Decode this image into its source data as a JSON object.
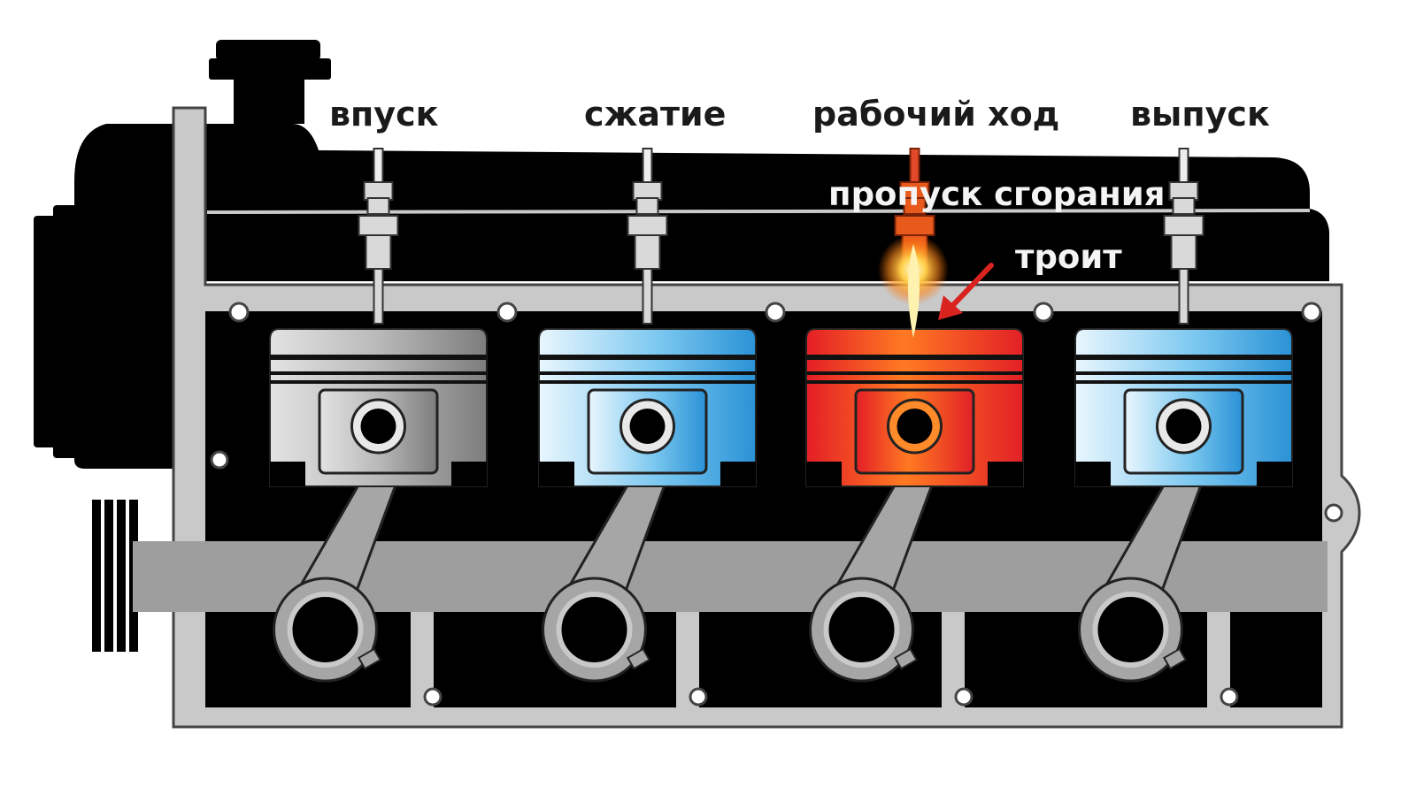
{
  "strokes": [
    {
      "label": "впуск",
      "color": "#b5b5b5"
    },
    {
      "label": "сжатие",
      "color": "#5cb6ea"
    },
    {
      "label": "рабочий ход",
      "color": "#ec2b2b"
    },
    {
      "label": "выпуск",
      "color": "#5cb6ea"
    }
  ],
  "callouts": {
    "misfire": "пропуск сгорания",
    "troit": "троит"
  },
  "colors": {
    "engine_block": "#000000",
    "gasket": "#c9c9c9",
    "arrow": "#d8231f",
    "flame": "#ffb23a"
  }
}
